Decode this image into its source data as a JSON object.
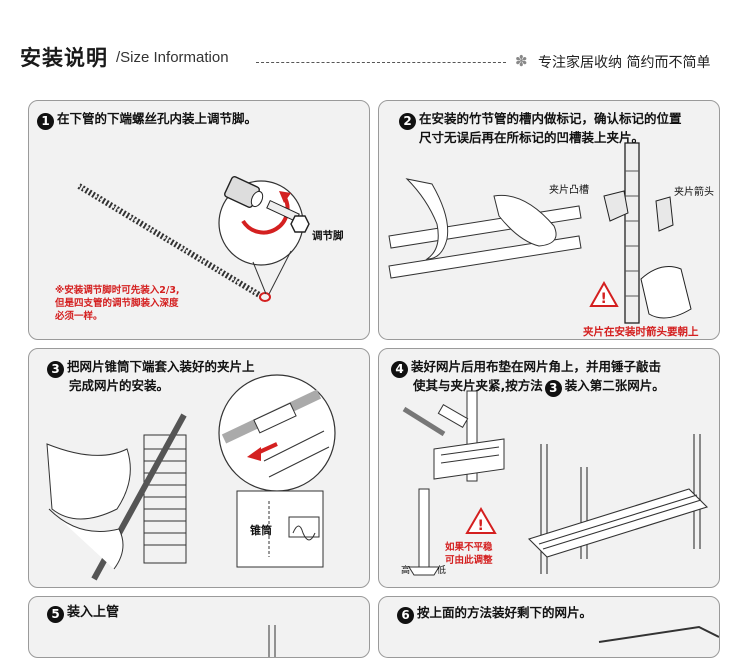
{
  "header": {
    "title_cn": "安装说明",
    "title_en": "/Size Information",
    "slogan": "专注家居收纳 简约而不简单"
  },
  "steps": [
    {
      "num": "1",
      "text": "在下管的下端螺丝孔内装上调节脚。",
      "label": "调节脚",
      "note": [
        "※安装调节脚时可先装入2/3,",
        "但是四支管的调节脚装入深度",
        "必须一样。"
      ]
    },
    {
      "num": "2",
      "text_line1": "在安装的竹节管的槽内做标记，确认标记的位置",
      "text_line2": "尺寸无误后再在所标记的凹槽装上夹片。",
      "label_a": "夹片凸槽",
      "label_b": "夹片箭头",
      "warning": "夹片在安装时箭头要朝上"
    },
    {
      "num": "3",
      "text_line1": "把网片锥筒下端套入装好的夹片上",
      "text_line2": "完成网片的安装。",
      "label": "锥筒"
    },
    {
      "num": "4",
      "text_line1": "装好网片后用布垫在网片角上，并用锤子敲击",
      "text_line2a": "使其与夹片夹紧,按方法",
      "text_line2_num": "3",
      "text_line2b": "装入第二张网片。",
      "warning_line1": "如果不平稳",
      "warning_line2": "可由此调整",
      "label_high": "高",
      "label_low": "低"
    },
    {
      "num": "5",
      "text": "装入上管"
    },
    {
      "num": "6",
      "text": "按上面的方法装好剩下的网片。"
    }
  ],
  "colors": {
    "accent_red": "#d42020",
    "panel_bg": "#f2f2f2",
    "border": "#9a9a9a"
  }
}
